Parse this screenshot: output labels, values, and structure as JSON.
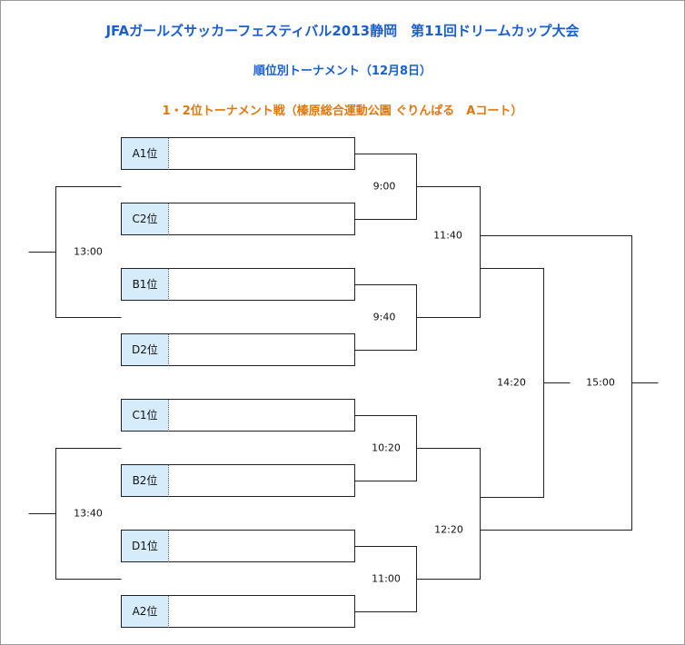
{
  "header": {
    "title": "JFAガールズサッカーフェスティバル2013静岡　第11回ドリームカップ大会",
    "subtitle": "順位別トーナメント（12月8日）",
    "section": "1・2位トーナメント戦（榛原総合運動公園 ぐりんぱる　Aコート）"
  },
  "seeds": [
    "A1位",
    "C2位",
    "B1位",
    "D2位",
    "C1位",
    "B2位",
    "D1位",
    "A2位"
  ],
  "times": {
    "m_900": "9:00",
    "m_940": "9:40",
    "m_1020": "10:20",
    "m_1100": "11:00",
    "m_1140": "11:40",
    "m_1220": "12:20",
    "m_1300": "13:00",
    "m_1340": "13:40",
    "m_1420": "14:20",
    "m_1500": "15:00"
  },
  "colors": {
    "title": "#1a5fd0",
    "section": "#e07810",
    "seed_fill": "#d6ecfa",
    "line": "#222222"
  }
}
